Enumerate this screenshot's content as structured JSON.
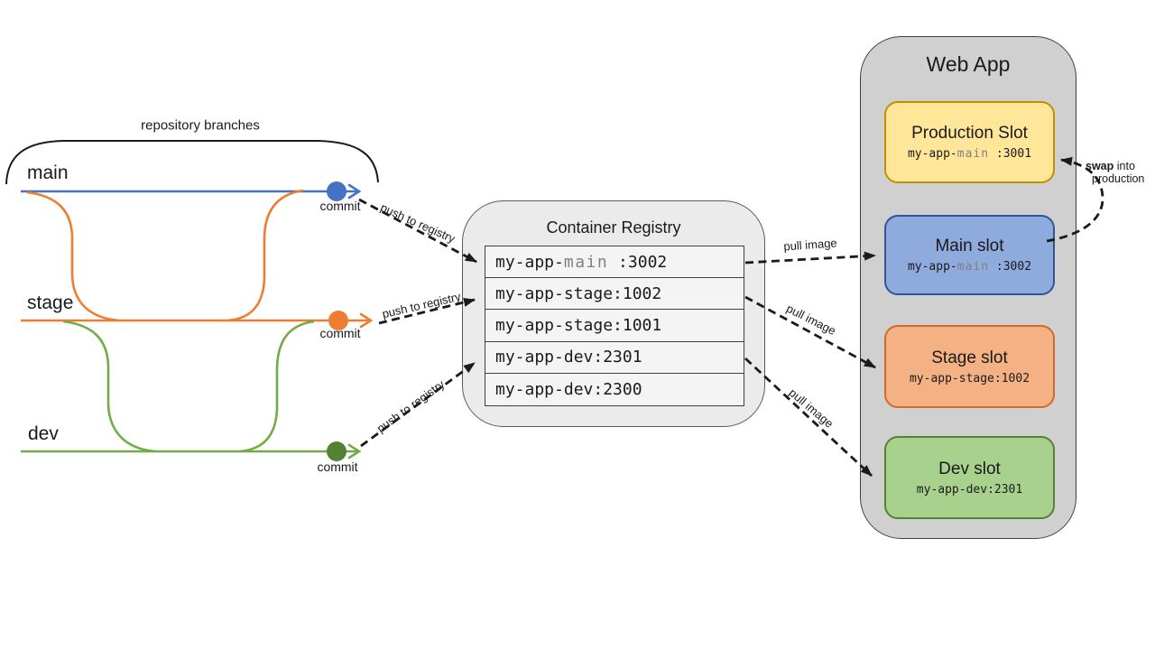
{
  "diagram": {
    "repo": {
      "brace_label": "repository branches",
      "branches": [
        {
          "name": "main",
          "commit_label": "commit"
        },
        {
          "name": "stage",
          "commit_label": "commit"
        },
        {
          "name": "dev",
          "commit_label": "commit"
        }
      ]
    },
    "connections": {
      "push": [
        {
          "label": "push to registry"
        },
        {
          "label": "push to registry"
        },
        {
          "label": "push to registry"
        }
      ],
      "pull": [
        {
          "label": "pull image"
        },
        {
          "label": "pull image"
        },
        {
          "label": "pull image"
        }
      ]
    },
    "registry": {
      "title": "Container Registry",
      "images": [
        {
          "pre": "my-app-",
          "highlight": "main",
          "post": " :3002"
        },
        {
          "pre": "my-app-stage:1002",
          "highlight": "",
          "post": ""
        },
        {
          "pre": "my-app-stage:1001",
          "highlight": "",
          "post": ""
        },
        {
          "pre": "my-app-dev:2301",
          "highlight": "",
          "post": ""
        },
        {
          "pre": "my-app-dev:2300",
          "highlight": "",
          "post": ""
        }
      ]
    },
    "webapp": {
      "title": "Web App",
      "slots": [
        {
          "title": "Production Slot",
          "pre": "my-app-",
          "highlight": "main",
          "post": " :3001"
        },
        {
          "title": "Main slot",
          "pre": "my-app-",
          "highlight": "main",
          "post": " :3002"
        },
        {
          "title": "Stage slot",
          "pre": "my-app-stage:1002",
          "highlight": "",
          "post": ""
        },
        {
          "title": "Dev slot",
          "pre": "my-app-dev:2301",
          "highlight": "",
          "post": ""
        }
      ]
    },
    "swap": {
      "bold": "swap",
      "rest": " into",
      "line2": "production"
    },
    "colors": {
      "main_branch": "#4472C4",
      "stage_branch": "#ED7D31",
      "dev_branch": "#70AD47",
      "dev_commit_dot": "#548235",
      "prod_slot_fill": "#FFE699",
      "prod_slot_border": "#BF9000",
      "main_slot_fill": "#8FAADC",
      "main_slot_border": "#2F5597",
      "stage_slot_fill": "#F4B183",
      "stage_slot_border": "#D26A27",
      "dev_slot_fill": "#A9D18E",
      "dev_slot_border": "#548235",
      "registry_fill": "#EBEBEB",
      "webapp_fill": "#D1D0D0",
      "arrow": "#1A1A1A",
      "highlight_text": "#808080"
    }
  }
}
